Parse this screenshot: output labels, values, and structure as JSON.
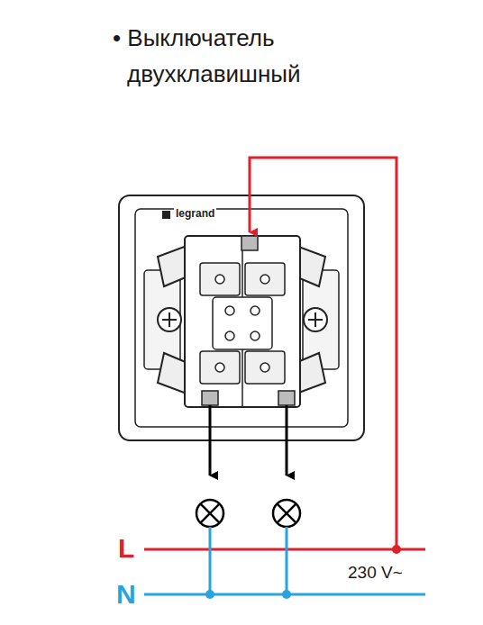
{
  "diagram": {
    "title": "• Выключатель двухклавишный",
    "labels": [
      "legrand",
      "L",
      "N",
      "230 V~"
    ]
  }
}
